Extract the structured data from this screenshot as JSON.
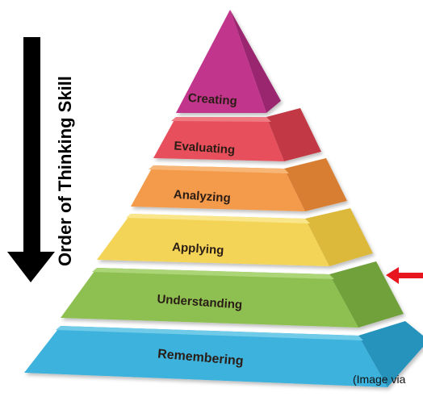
{
  "axis_label": "Order of Thinking Skill",
  "credit": "(Image via",
  "levels": [
    {
      "label": "Creating",
      "front": "#c2368c",
      "side": "#9a2670",
      "top": "#d658a7"
    },
    {
      "label": "Evaluating",
      "front": "#e8505b",
      "side": "#c23944",
      "top": "#f07a82"
    },
    {
      "label": "Analyzing",
      "front": "#f39a4b",
      "side": "#d77e33",
      "top": "#f8b676"
    },
    {
      "label": "Applying",
      "front": "#f4d457",
      "side": "#dcb93b",
      "top": "#f9e68b"
    },
    {
      "label": "Understanding",
      "front": "#8dc051",
      "side": "#6fa13a",
      "top": "#abd577"
    },
    {
      "label": "Remembering",
      "front": "#3db2dc",
      "side": "#2793bd",
      "top": "#6fcbe9"
    }
  ],
  "indicator": {
    "target_level": "Understanding",
    "color": "#e8161e"
  },
  "direction_arrow_color": "#000000"
}
